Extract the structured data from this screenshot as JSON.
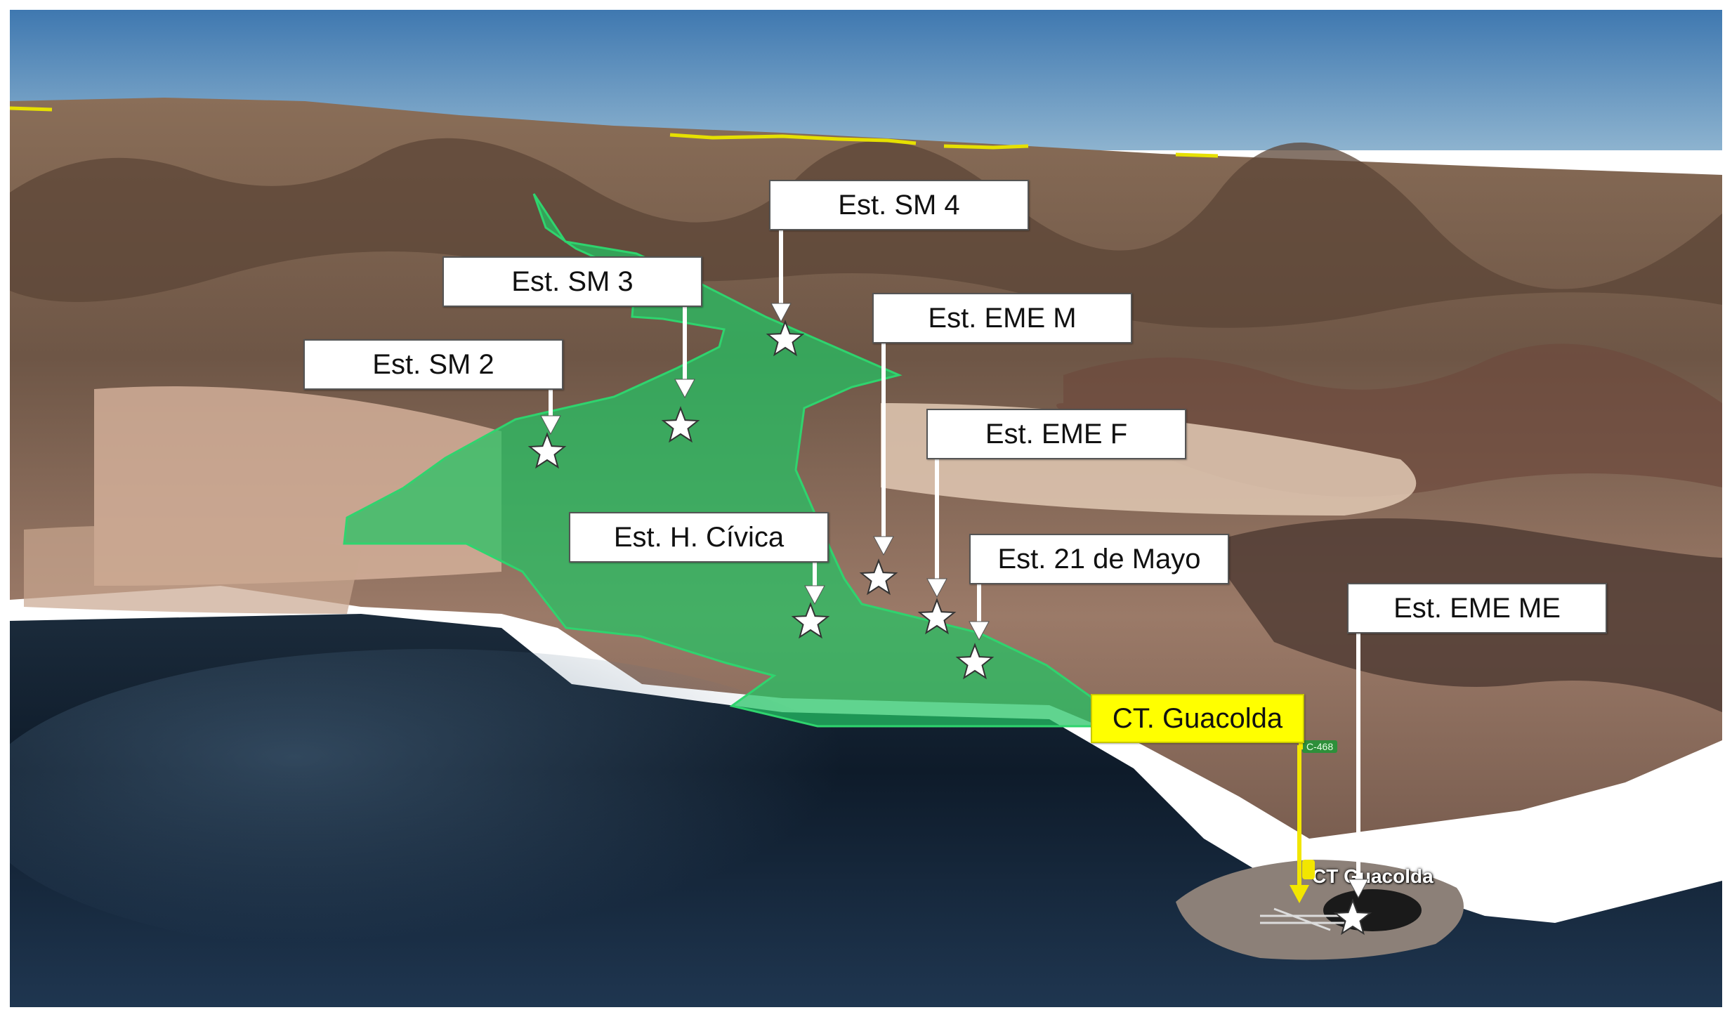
{
  "colors": {
    "sky": "#4f86b8",
    "ocean": "#101e2e",
    "polygon_fill": "#23c364",
    "polygon_stroke": "#2fd46e",
    "label_bg": "#ffffff",
    "highlight_bg": "#ffff00",
    "arrow_white": "#ffffff",
    "arrow_yellow": "#f2e600"
  },
  "labels": {
    "sm4": "Est. SM 4",
    "sm3": "Est. SM 3",
    "eme_m": "Est. EME M",
    "sm2": "Est. SM 2",
    "eme_f": "Est. EME F",
    "h_civica": "Est. H. Cívica",
    "mayo21": "Est. 21 de Mayo",
    "eme_me": "Est. EME ME",
    "guacolda_box": "CT. Guacolda"
  },
  "map_text": {
    "guacolda_place": "CT Guacolda",
    "road_c468": "C-468"
  },
  "icons": {
    "station_marker": "star-icon",
    "pointer": "arrow-down-icon"
  }
}
